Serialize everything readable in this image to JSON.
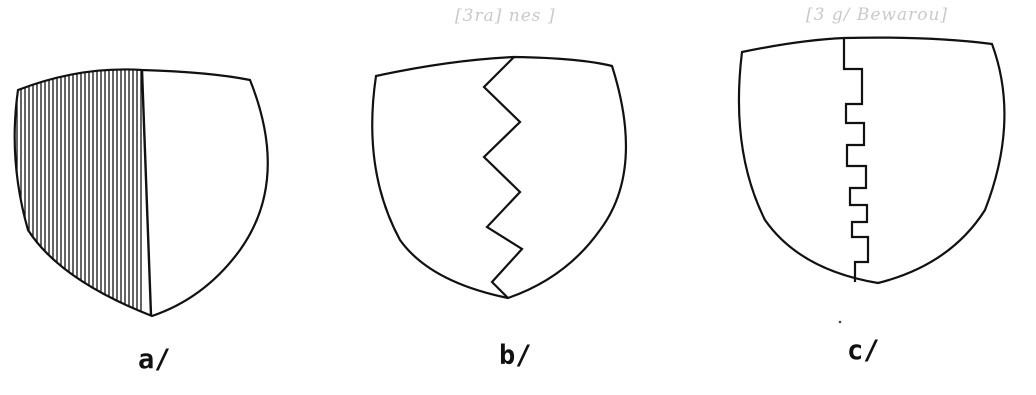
{
  "figure": {
    "faint_text": [
      "[3ra] nes ]",
      "[3 g/ Bewarou]"
    ],
    "shields": [
      {
        "id": "a",
        "caption": "a/",
        "division": "per pale, dexter half hatched"
      },
      {
        "id": "b",
        "caption": "b/",
        "division": "per pale indented (zigzag)"
      },
      {
        "id": "c",
        "caption": "c/",
        "division": "per pale embattled"
      }
    ],
    "colors": {
      "ink": "#111111",
      "paper": "#ffffff",
      "faint": "#c9c9c9"
    }
  }
}
